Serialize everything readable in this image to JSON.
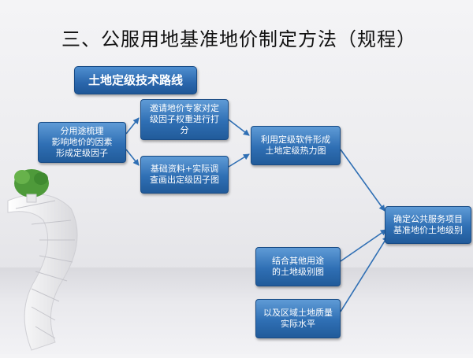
{
  "title": "三、公服用地基准地价制定方法（规程）",
  "header": "土地定级技术路线",
  "nodes": {
    "n1": [
      "分用途梳理",
      "影响地价的因素",
      "形成定级因子"
    ],
    "n2": [
      "邀请地价专家对定",
      "级因子权重进行打",
      "分"
    ],
    "n3": [
      "基础资料+实际调",
      "查画出定级因子图"
    ],
    "n4": [
      "利用定级软件形成",
      "土地定级热力图"
    ],
    "n5": [
      "结合其他用途",
      "的土地级别图"
    ],
    "n6": [
      "以及区域土地质量",
      "实际水平"
    ],
    "n7": [
      "确定公共服务项目",
      "基准地价土地级别"
    ]
  },
  "colors": {
    "box_top": "#5f9bd6",
    "box_bottom": "#215b9a",
    "arrow": "#2f6fb4"
  }
}
